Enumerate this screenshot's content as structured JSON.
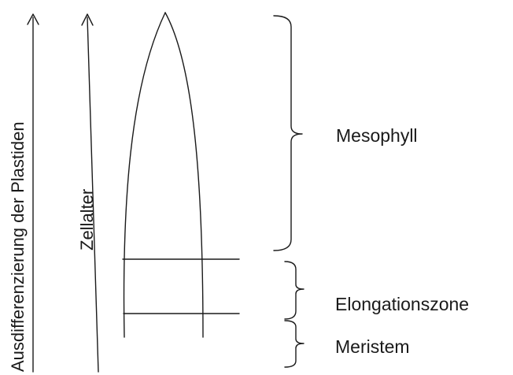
{
  "axes": {
    "plastid_differentiation": "Ausdifferenzierung der Plastiden",
    "cell_age": "Zellalter"
  },
  "zones": {
    "mesophyll": "Mesophyll",
    "elongation": "Elongationszone",
    "meristem": "Meristem"
  }
}
